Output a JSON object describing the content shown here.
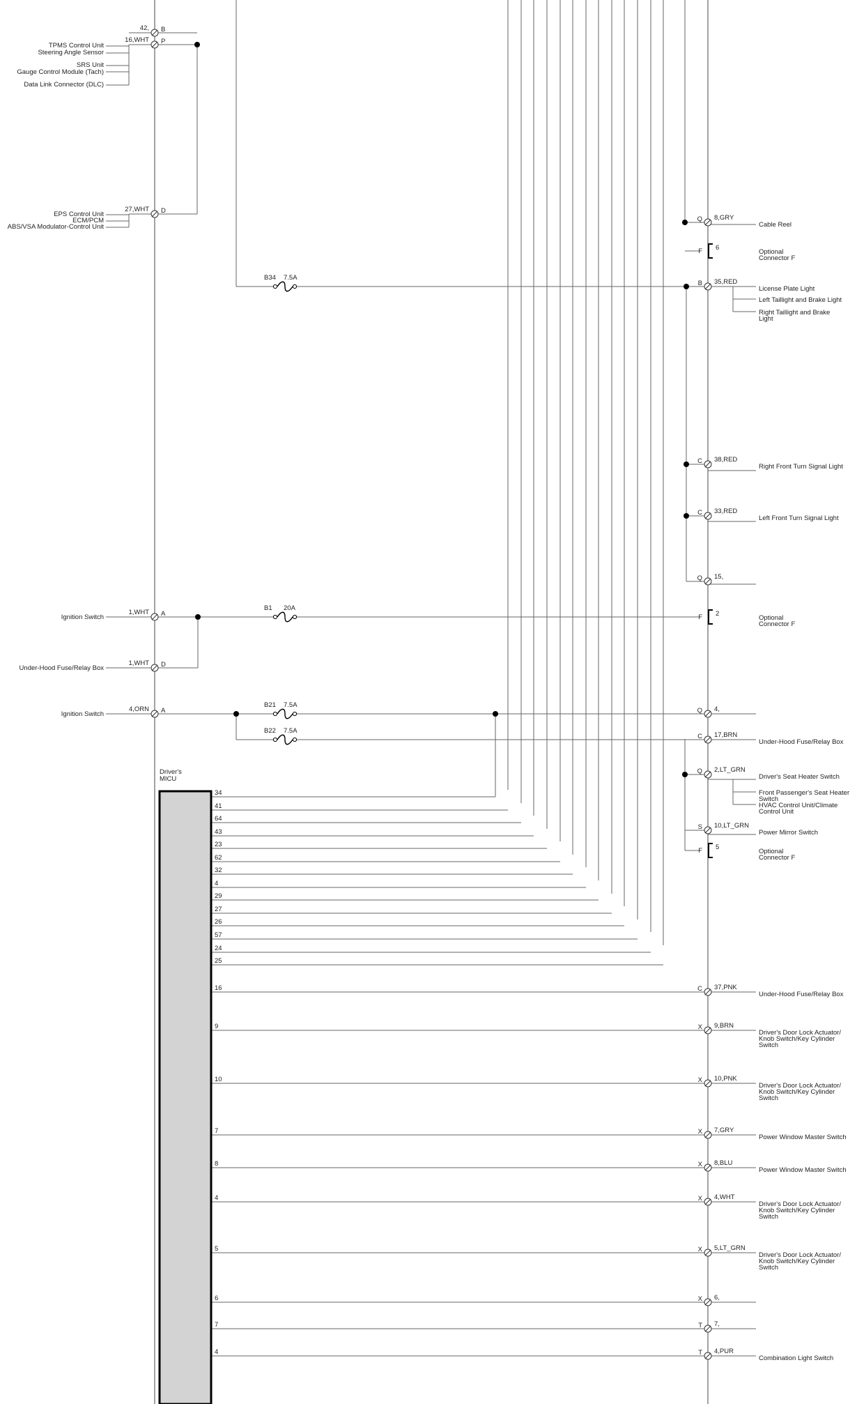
{
  "top_left": {
    "pins": [
      {
        "wire": "42,",
        "conn": "B"
      },
      {
        "wire": "16,WHT",
        "conn": "P"
      },
      {
        "wire": "27,WHT",
        "conn": "D"
      }
    ],
    "groups": [
      [
        "TPMS Control Unit",
        "Steering Angle Sensor",
        "SRS Unit",
        "Gauge Control Module (Tach)",
        "Data Link Connector (DLC)"
      ],
      [
        "EPS Control Unit",
        "ECM/PCM",
        "ABS/VSA Modulator-Control Unit"
      ]
    ]
  },
  "left_power": [
    {
      "label": "Ignition Switch",
      "wire": "1,WHT",
      "conn": "A"
    },
    {
      "label": "Under-Hood Fuse/Relay Box",
      "wire": "1,WHT",
      "conn": "D"
    },
    {
      "label": "Ignition Switch",
      "wire": "4,ORN",
      "conn": "A"
    }
  ],
  "fuses": [
    {
      "id": "B34",
      "rating": "7.5A"
    },
    {
      "id": "B1",
      "rating": "20A"
    },
    {
      "id": "B21",
      "rating": "7.5A"
    },
    {
      "id": "B22",
      "rating": "7.5A"
    }
  ],
  "micu": {
    "label_line1": "Driver's",
    "label_line2": "MICU",
    "pins": [
      "34",
      "41",
      "64",
      "43",
      "23",
      "62",
      "32",
      "4",
      "29",
      "27",
      "26",
      "57",
      "24",
      "25",
      "16",
      "9",
      "10",
      "7",
      "8",
      "4",
      "5",
      "6",
      "7",
      "4"
    ]
  },
  "right_pins": [
    {
      "conn": "Q",
      "wire": "8,GRY",
      "dest": [
        "Cable Reel"
      ]
    },
    {
      "conn": "F",
      "wire": "6",
      "dest": [
        "Optional",
        "Connector F"
      ]
    },
    {
      "conn": "B",
      "wire": "35,RED",
      "dest": [
        "License Plate Light"
      ]
    },
    {
      "conn": "",
      "wire": "",
      "dest": [
        "Left Taillight and Brake Light"
      ]
    },
    {
      "conn": "",
      "wire": "",
      "dest": [
        "Right Taillight and Brake",
        "Light"
      ]
    },
    {
      "conn": "C",
      "wire": "38,RED",
      "dest": [
        "Right Front Turn Signal Light"
      ]
    },
    {
      "conn": "C",
      "wire": "33,RED",
      "dest": [
        "Left Front Turn Signal Light"
      ]
    },
    {
      "conn": "Q",
      "wire": "15,",
      "dest": []
    },
    {
      "conn": "F",
      "wire": "2",
      "dest": [
        "Optional",
        "Connector F"
      ]
    },
    {
      "conn": "Q",
      "wire": "4,",
      "dest": []
    },
    {
      "conn": "C",
      "wire": "17,BRN",
      "dest": [
        "Under-Hood Fuse/Relay Box"
      ]
    },
    {
      "conn": "Q",
      "wire": "2,LT_GRN",
      "dest": [
        "Driver's Seat Heater Switch"
      ]
    },
    {
      "conn": "",
      "wire": "",
      "dest": [
        "Front Passenger's Seat Heater",
        "Switch"
      ]
    },
    {
      "conn": "",
      "wire": "",
      "dest": [
        "HVAC Control Unit/Climate",
        "Control Unit"
      ]
    },
    {
      "conn": "S",
      "wire": "10,LT_GRN",
      "dest": [
        "Power Mirror Switch"
      ]
    },
    {
      "conn": "F",
      "wire": "5",
      "dest": [
        "Optional",
        "Connector F"
      ]
    },
    {
      "conn": "C",
      "wire": "37,PNK",
      "dest": [
        "Under-Hood Fuse/Relay Box"
      ]
    },
    {
      "conn": "X",
      "wire": "9,BRN",
      "dest": [
        "Driver's Door Lock Actuator/",
        "Knob Switch/Key Cylinder",
        "Switch"
      ]
    },
    {
      "conn": "X",
      "wire": "10,PNK",
      "dest": [
        "Driver's Door Lock Actuator/",
        "Knob Switch/Key Cylinder",
        "Switch"
      ]
    },
    {
      "conn": "X",
      "wire": "7,GRY",
      "dest": [
        "Power Window Master Switch"
      ]
    },
    {
      "conn": "X",
      "wire": "8,BLU",
      "dest": [
        "Power Window Master Switch"
      ]
    },
    {
      "conn": "X",
      "wire": "4,WHT",
      "dest": [
        "Driver's Door Lock Actuator/",
        "Knob Switch/Key Cylinder",
        "Switch"
      ]
    },
    {
      "conn": "X",
      "wire": "5,LT_GRN",
      "dest": [
        "Driver's Door Lock Actuator/",
        "Knob Switch/Key Cylinder",
        "Switch"
      ]
    },
    {
      "conn": "X",
      "wire": "6,",
      "dest": []
    },
    {
      "conn": "T",
      "wire": "7,",
      "dest": []
    },
    {
      "conn": "T",
      "wire": "4,PUR",
      "dest": [
        "Combination Light Switch"
      ]
    }
  ]
}
